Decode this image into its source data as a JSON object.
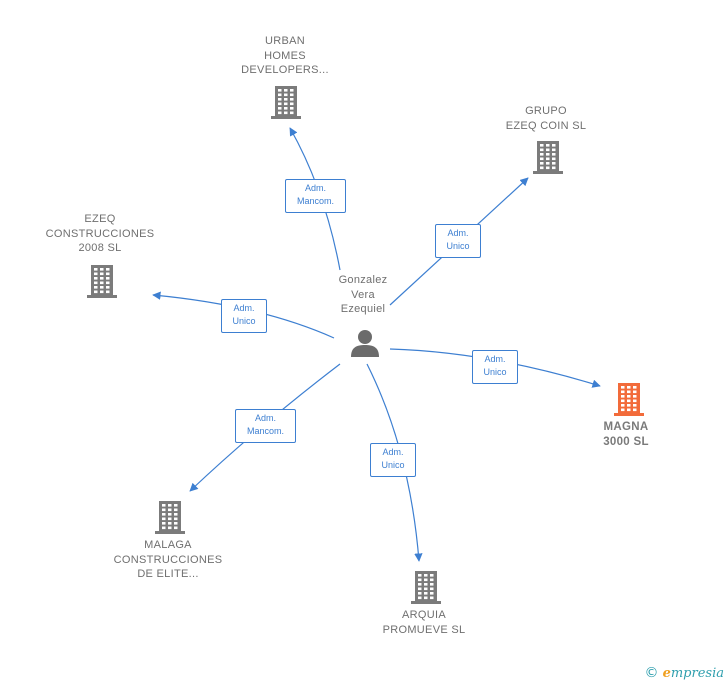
{
  "center": {
    "label": "Gonzalez\nVera\nEzequiel"
  },
  "companies": [
    {
      "id": "urban",
      "label": "URBAN\nHOMES\nDEVELOPERS...",
      "highlight": false
    },
    {
      "id": "grupo",
      "label": "GRUPO\nEZEQ COIN  SL",
      "highlight": false
    },
    {
      "id": "ezeq",
      "label": "EZEQ\nCONSTRUCCIONES\n2008  SL",
      "highlight": false
    },
    {
      "id": "magna",
      "label": "MAGNA\n3000  SL",
      "highlight": true
    },
    {
      "id": "malaga",
      "label": "MALAGA\nCONSTRUCCIONES\nDE ELITE...",
      "highlight": false
    },
    {
      "id": "arquia",
      "label": "ARQUIA\nPROMUEVE  SL",
      "highlight": false
    }
  ],
  "relations": [
    {
      "to": "urban",
      "label": "Adm.\nMancom."
    },
    {
      "to": "grupo",
      "label": "Adm.\nUnico"
    },
    {
      "to": "ezeq",
      "label": "Adm.\nUnico"
    },
    {
      "to": "magna",
      "label": "Adm.\nUnico"
    },
    {
      "to": "malaga",
      "label": "Adm.\nMancom."
    },
    {
      "to": "arquia",
      "label": "Adm.\nUnico"
    }
  ],
  "colors": {
    "edge": "#3d7fd1",
    "building": "#7b7b7b",
    "highlight": "#f26b3a",
    "person": "#6b6b6b"
  },
  "brand": {
    "copyright": "©",
    "e": "e",
    "rest": "mpresia"
  }
}
